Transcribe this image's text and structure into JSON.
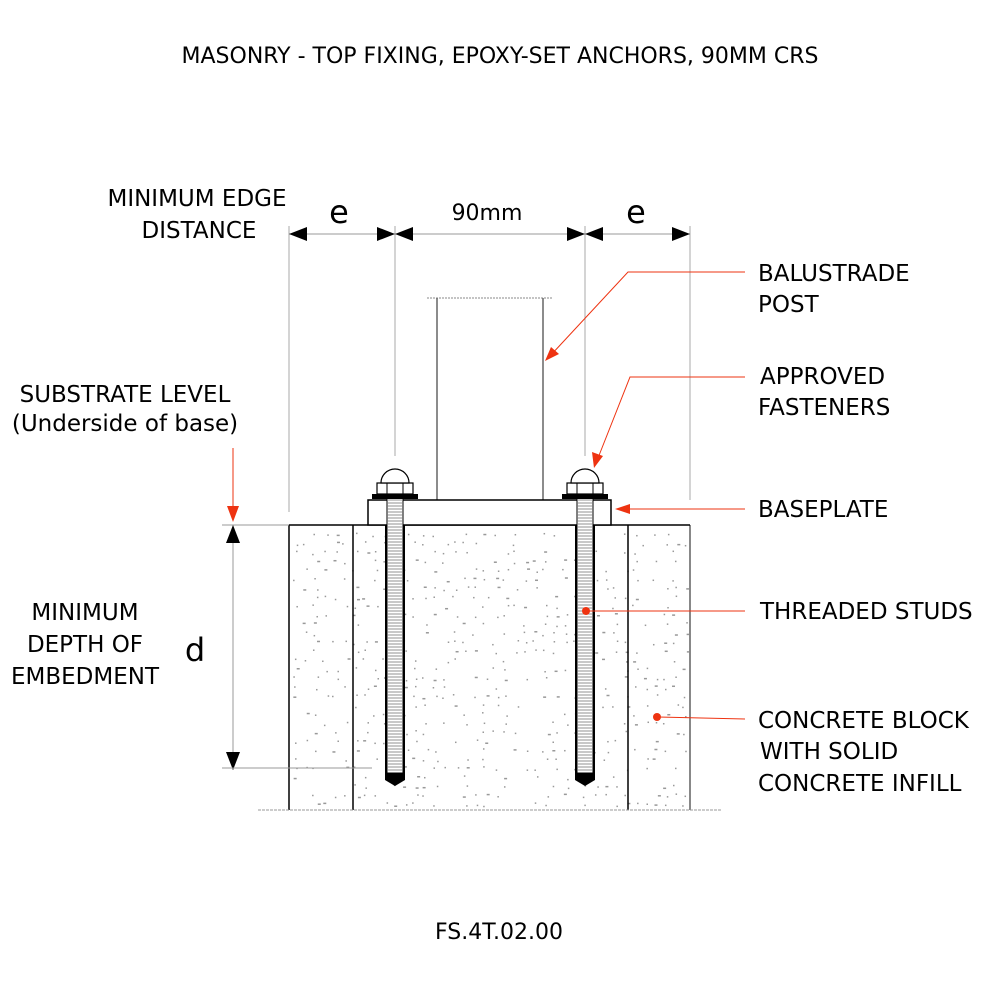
{
  "title": "MASONRY - TOP FIXING, EPOXY-SET ANCHORS, 90MM CRS",
  "drawing_number": "FS.4T.02.00",
  "dimensions": {
    "edge_symbol_left": "e",
    "spacing": "90mm",
    "edge_symbol_right": "e",
    "depth_symbol": "d"
  },
  "labels": {
    "min_edge_line1": "MINIMUM EDGE",
    "min_edge_line2": "DISTANCE",
    "substrate_line1": "SUBSTRATE LEVEL",
    "substrate_line2": "(Underside of base)",
    "depth_line1": "MINIMUM",
    "depth_line2": "DEPTH OF",
    "depth_line3": "EMBEDMENT",
    "post_line1": "BALUSTRADE",
    "post_line2": "POST",
    "fasteners_line1": "APPROVED",
    "fasteners_line2": "FASTENERS",
    "baseplate": "BASEPLATE",
    "studs": "THREADED STUDS",
    "concrete_line1": "CONCRETE BLOCK",
    "concrete_line2": "WITH SOLID",
    "concrete_line3": "CONCRETE INFILL"
  },
  "colors": {
    "leader": "#ee3311",
    "line": "#000000",
    "guide": "#999999"
  }
}
